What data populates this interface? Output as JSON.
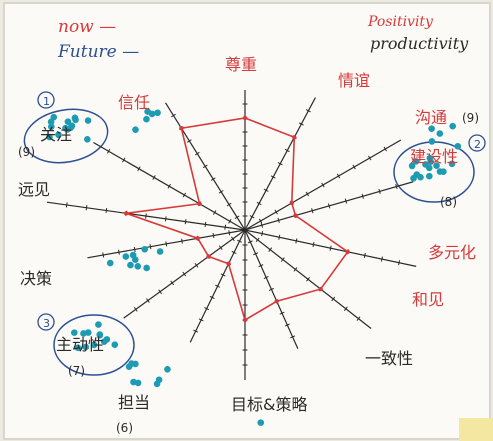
{
  "legend": {
    "now": "now —",
    "future": "Future —",
    "positivity": "Positivity",
    "productivity": "productivity"
  },
  "colors": {
    "red": "#d63a3a",
    "blue": "#2c4f93",
    "ink": "#2a2a2a",
    "dot": "#1d9bb3",
    "paper": "#fbfaf6"
  },
  "axes": [
    {
      "label": "尊重",
      "color": "red"
    },
    {
      "label": "情谊",
      "color": "red"
    },
    {
      "label": "沟通",
      "color": "red",
      "note": "(9)"
    },
    {
      "label": "建设性",
      "color": "red",
      "note": "(8)"
    },
    {
      "label": "多元化",
      "color": "red"
    },
    {
      "label": "和见",
      "color": "red"
    },
    {
      "label": "一致性",
      "color": "ink"
    },
    {
      "label": "目标&策略",
      "color": "ink"
    },
    {
      "label": "担当",
      "color": "ink",
      "note": "(6)"
    },
    {
      "label": "主动性",
      "color": "ink",
      "note": "(7)"
    },
    {
      "label": "决策",
      "color": "ink"
    },
    {
      "label": "远见",
      "color": "ink"
    },
    {
      "label": "关注",
      "color": "ink",
      "note": "(9)"
    },
    {
      "label": "信任",
      "color": "red"
    }
  ],
  "markers": {
    "circle1": "1",
    "circle2": "2",
    "circle3": "3"
  },
  "scale_max": 9,
  "now_scores": [
    8,
    7,
    3,
    3,
    6,
    6,
    6,
    6,
    3,
    3,
    3,
    6,
    3,
    8
  ]
}
